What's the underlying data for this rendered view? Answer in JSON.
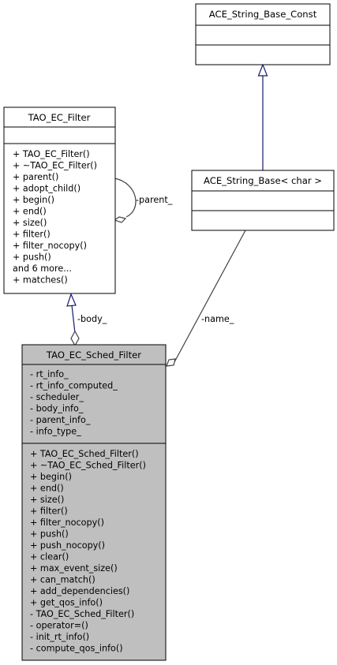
{
  "colors": {
    "background": "#ffffff",
    "box_fill": "#ffffff",
    "box_stroke": "#000000",
    "highlight_fill": "#bfbfbf",
    "inheritance_edge": "#191970",
    "association_edge": "#404040"
  },
  "classes": {
    "ace_string_base_const": {
      "title": "ACE_String_Base_Const",
      "attributes": [],
      "methods": []
    },
    "ace_string_base": {
      "title": "ACE_String_Base< char >",
      "attributes": [],
      "methods": []
    },
    "tao_ec_filter": {
      "title": "TAO_EC_Filter",
      "attributes": [],
      "methods": [
        "+ TAO_EC_Filter()",
        "+ ~TAO_EC_Filter()",
        "+ parent()",
        "+ adopt_child()",
        "+ begin()",
        "+ end()",
        "+ size()",
        "+ filter()",
        "+ filter_nocopy()",
        "+ push()",
        "and 6 more...",
        "+ matches()"
      ]
    },
    "tao_ec_sched_filter": {
      "title": "TAO_EC_Sched_Filter",
      "attributes": [
        "- rt_info_",
        "- rt_info_computed_",
        "- scheduler_",
        "- body_info_",
        "- parent_info_",
        "- info_type_"
      ],
      "methods": [
        "+ TAO_EC_Sched_Filter()",
        "+ ~TAO_EC_Sched_Filter()",
        "+ begin()",
        "+ end()",
        "+ size()",
        "+ filter()",
        "+ filter_nocopy()",
        "+ push()",
        "+ push_nocopy()",
        "+ clear()",
        "+ max_event_size()",
        "+ can_match()",
        "+ add_dependencies()",
        "+ get_qos_info()",
        "- TAO_EC_Sched_Filter()",
        "- operator=()",
        "- init_rt_info()",
        "- compute_qos_info()"
      ]
    }
  },
  "edges": {
    "parent_label": "-parent_",
    "body_label": "-body_",
    "name_label": "-name_"
  }
}
